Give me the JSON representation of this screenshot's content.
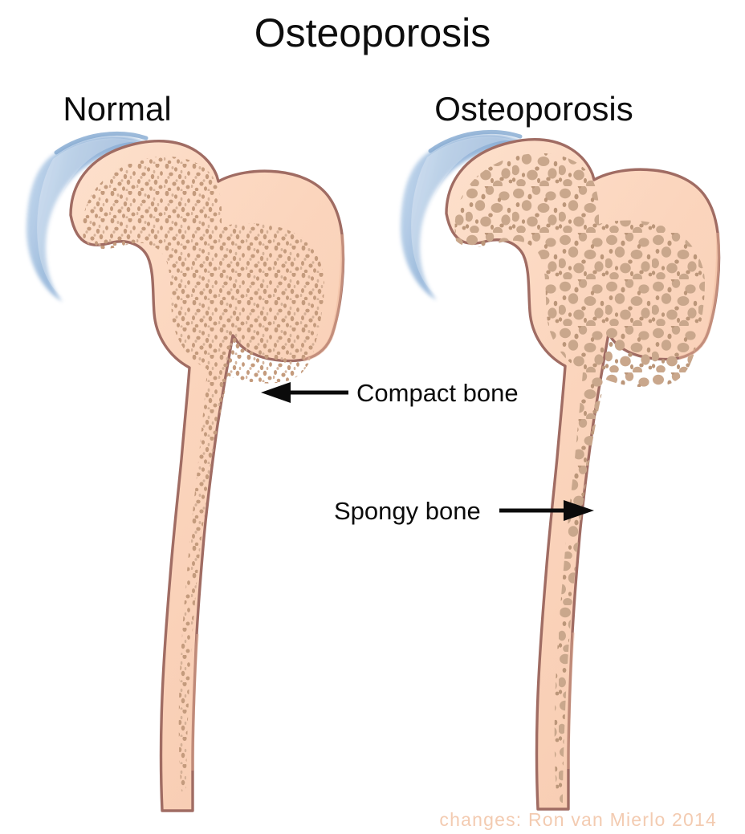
{
  "figure": {
    "title": "Osteoporosis",
    "panels": [
      {
        "id": "normal",
        "label": "Normal"
      },
      {
        "id": "osteoporosis",
        "label": "Osteoporosis"
      }
    ],
    "callouts": [
      {
        "id": "compact-bone",
        "label": "Compact bone",
        "arrow_direction": "left"
      },
      {
        "id": "spongy-bone",
        "label": "Spongy bone",
        "arrow_direction": "right"
      }
    ],
    "credit": "changes:  Ron  van  Mierlo  2014",
    "colors": {
      "background": "#ffffff",
      "bone_fill": "#fbd5bd",
      "bone_outline": "#a06c63",
      "cartilage": "#9cbbdd",
      "cartilage_edge": "#7ba3cd",
      "trabecula": "#c39a7c",
      "text": "#0d0d0d",
      "credit_text": "#f3cbb1"
    },
    "subject": "proximal femur cross-section comparison"
  },
  "chart_data": {
    "type": "diagram",
    "title": "Osteoporosis",
    "description": "Side-by-side cross-sections of the proximal femur comparing normal bone with osteoporotic bone.",
    "panels": [
      {
        "name": "Normal",
        "trabecular_pore_size": "small",
        "trabecular_density": "high",
        "compact_bone_thickness": "thick"
      },
      {
        "name": "Osteoporosis",
        "trabecular_pore_size": "large",
        "trabecular_density": "low",
        "compact_bone_thickness": "thin"
      }
    ],
    "annotations": [
      "Compact bone",
      "Spongy bone"
    ]
  }
}
